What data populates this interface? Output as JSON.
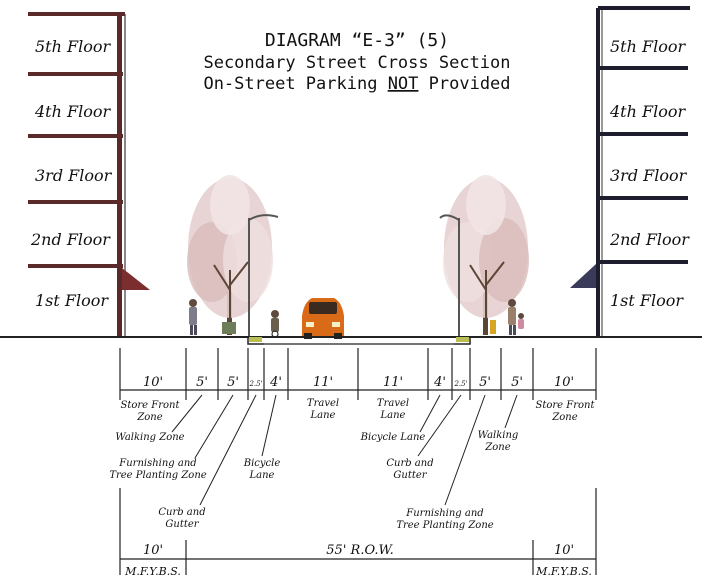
{
  "title": {
    "line1": "DIAGRAM “E-3” (5)",
    "line2": "Secondary Street Cross Section",
    "line3_pre": "On-Street Parking ",
    "line3_emph": "NOT",
    "line3_post": " Provided"
  },
  "floors": [
    "5th Floor",
    "4th Floor",
    "3rd Floor",
    "2nd Floor",
    "1st Floor"
  ],
  "dimensions": [
    {
      "value": "10'"
    },
    {
      "value": "5'"
    },
    {
      "value": "5'"
    },
    {
      "value": "2.5'"
    },
    {
      "value": "4'"
    },
    {
      "value": "11'"
    },
    {
      "value": "11'"
    },
    {
      "value": "4'"
    },
    {
      "value": "2.5'"
    },
    {
      "value": "5'"
    },
    {
      "value": "5'"
    },
    {
      "value": "10'"
    }
  ],
  "labels": {
    "store_front_left": [
      "Store Front",
      "Zone"
    ],
    "store_front_right": [
      "Store Front",
      "Zone"
    ],
    "travel_lane_left": [
      "Travel",
      "Lane"
    ],
    "travel_lane_right": [
      "Travel",
      "Lane"
    ],
    "walking_zone_left": [
      "Walking Zone"
    ],
    "walking_zone_right": [
      "Walking",
      "Zone"
    ],
    "furnishing_left": [
      "Furnishing and",
      "Tree Planting Zone"
    ],
    "furnishing_right": [
      "Furnishing and",
      "Tree Planting Zone"
    ],
    "bicycle_lane_left": [
      "Bicycle",
      "Lane"
    ],
    "bicycle_lane_right": [
      "Bicycle Lane"
    ],
    "curb_left": [
      "Curb and",
      "Gutter"
    ],
    "curb_right": [
      "Curb and",
      "Gutter"
    ]
  },
  "bottom": {
    "left_value": "10'",
    "left_label": "M.F.Y.B.S.",
    "row_value": "55' R.O.W.",
    "right_value": "10'",
    "right_label": "M.F.Y.B.S."
  },
  "colors": {
    "building_frame": "#5a2a2a",
    "right_building_frame": "#1d1d2e",
    "awning_left": "#7a2e2e",
    "awning_right": "#3a3a5a",
    "car": "#d96a18",
    "tree_foliage": "#e6cfcf",
    "curb_planter": "#b9bf55"
  }
}
